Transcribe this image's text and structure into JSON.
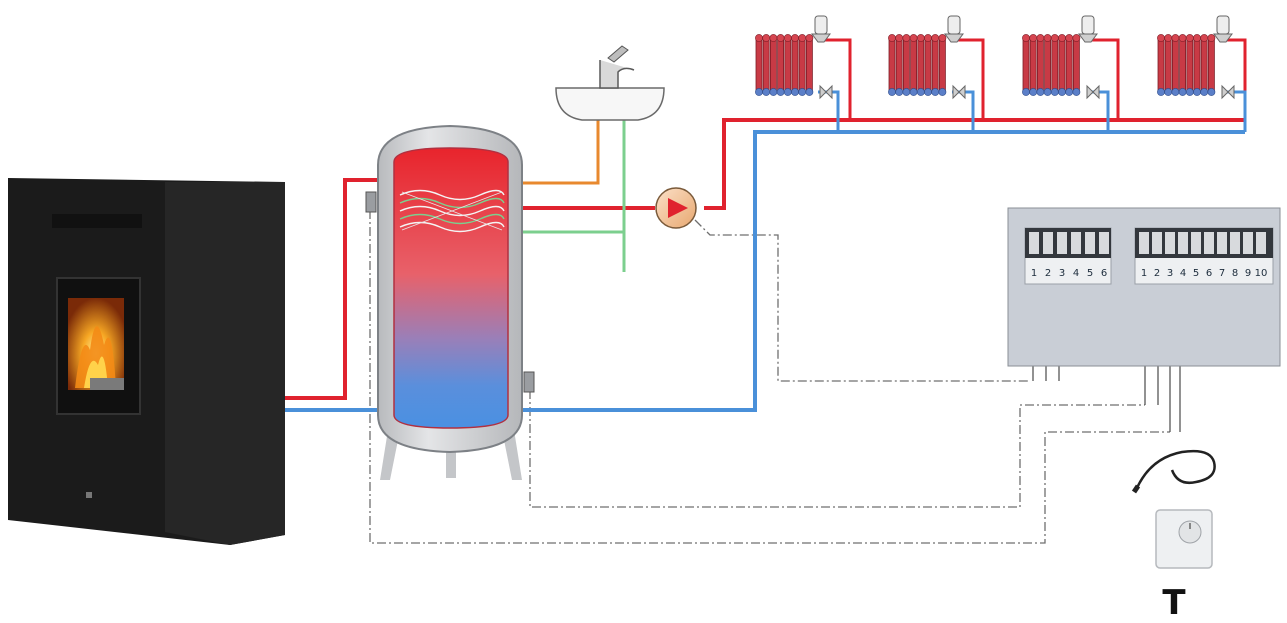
{
  "colors": {
    "hot": "#e0222e",
    "cold": "#4a90d9",
    "dhw_hot": "#e8892e",
    "dhw_cold": "#7ccf8e",
    "signal": "#6f6f6f",
    "stove": "#1b1b1b",
    "tank_shell": "#d3d5d8",
    "control_box": "#c9ced6"
  },
  "icons": [
    "pellet-stove-icon",
    "buffer-tank-icon",
    "washbasin-icon",
    "faucet-icon",
    "pump-icon",
    "radiator-icon",
    "thermostatic-valve-icon",
    "control-box-icon",
    "probe-sensor-icon",
    "room-thermostat-icon"
  ],
  "terminal_blocks": [
    {
      "labels": [
        "1",
        "2",
        "3",
        "4",
        "5",
        "6"
      ]
    },
    {
      "labels": [
        "1",
        "2",
        "3",
        "4",
        "5",
        "6",
        "7",
        "8",
        "9",
        "10"
      ]
    }
  ],
  "thermostat_label": "T"
}
